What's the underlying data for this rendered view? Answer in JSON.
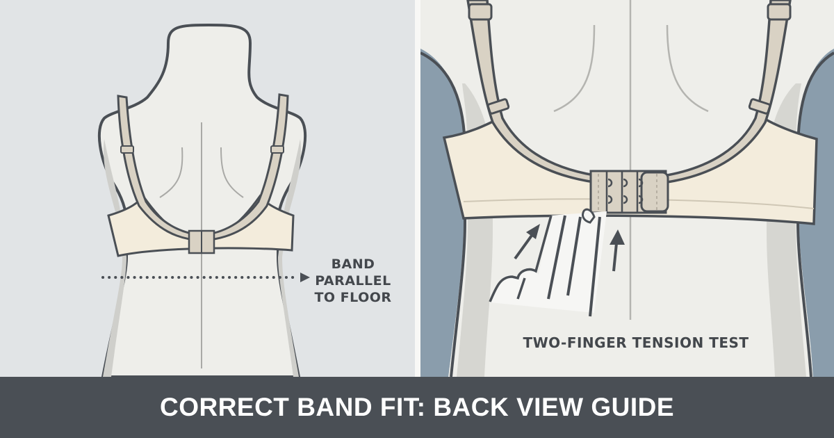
{
  "footer": {
    "title": "CORRECT BAND FIT: BACK VIEW GUIDE"
  },
  "left_panel": {
    "label_lines": [
      "BAND",
      "PARALLEL",
      "TO FLOOR"
    ],
    "icons": [
      "mannequin-back-figure",
      "bra-back-illustration",
      "dotted-arrow-right-icon"
    ]
  },
  "right_panel": {
    "label": "TWO-FINGER TENSION TEST",
    "icons": [
      "bra-closeup-illustration",
      "hook-and-eye-closure-icon",
      "hand-fingers-icon",
      "arrow-up-right-icon",
      "arrow-up-icon"
    ]
  },
  "colors": {
    "footer_bg": "#4a4f55",
    "left_bg": "#e1e4e6",
    "right_bg": "#8a9dac",
    "skin": "#eeeeea",
    "shadow": "#cfcfcb",
    "bra_band": "#f3ecdc",
    "bra_strap": "#d9d2c4",
    "outline": "#4a4f55",
    "text_dark": "#43474c"
  }
}
